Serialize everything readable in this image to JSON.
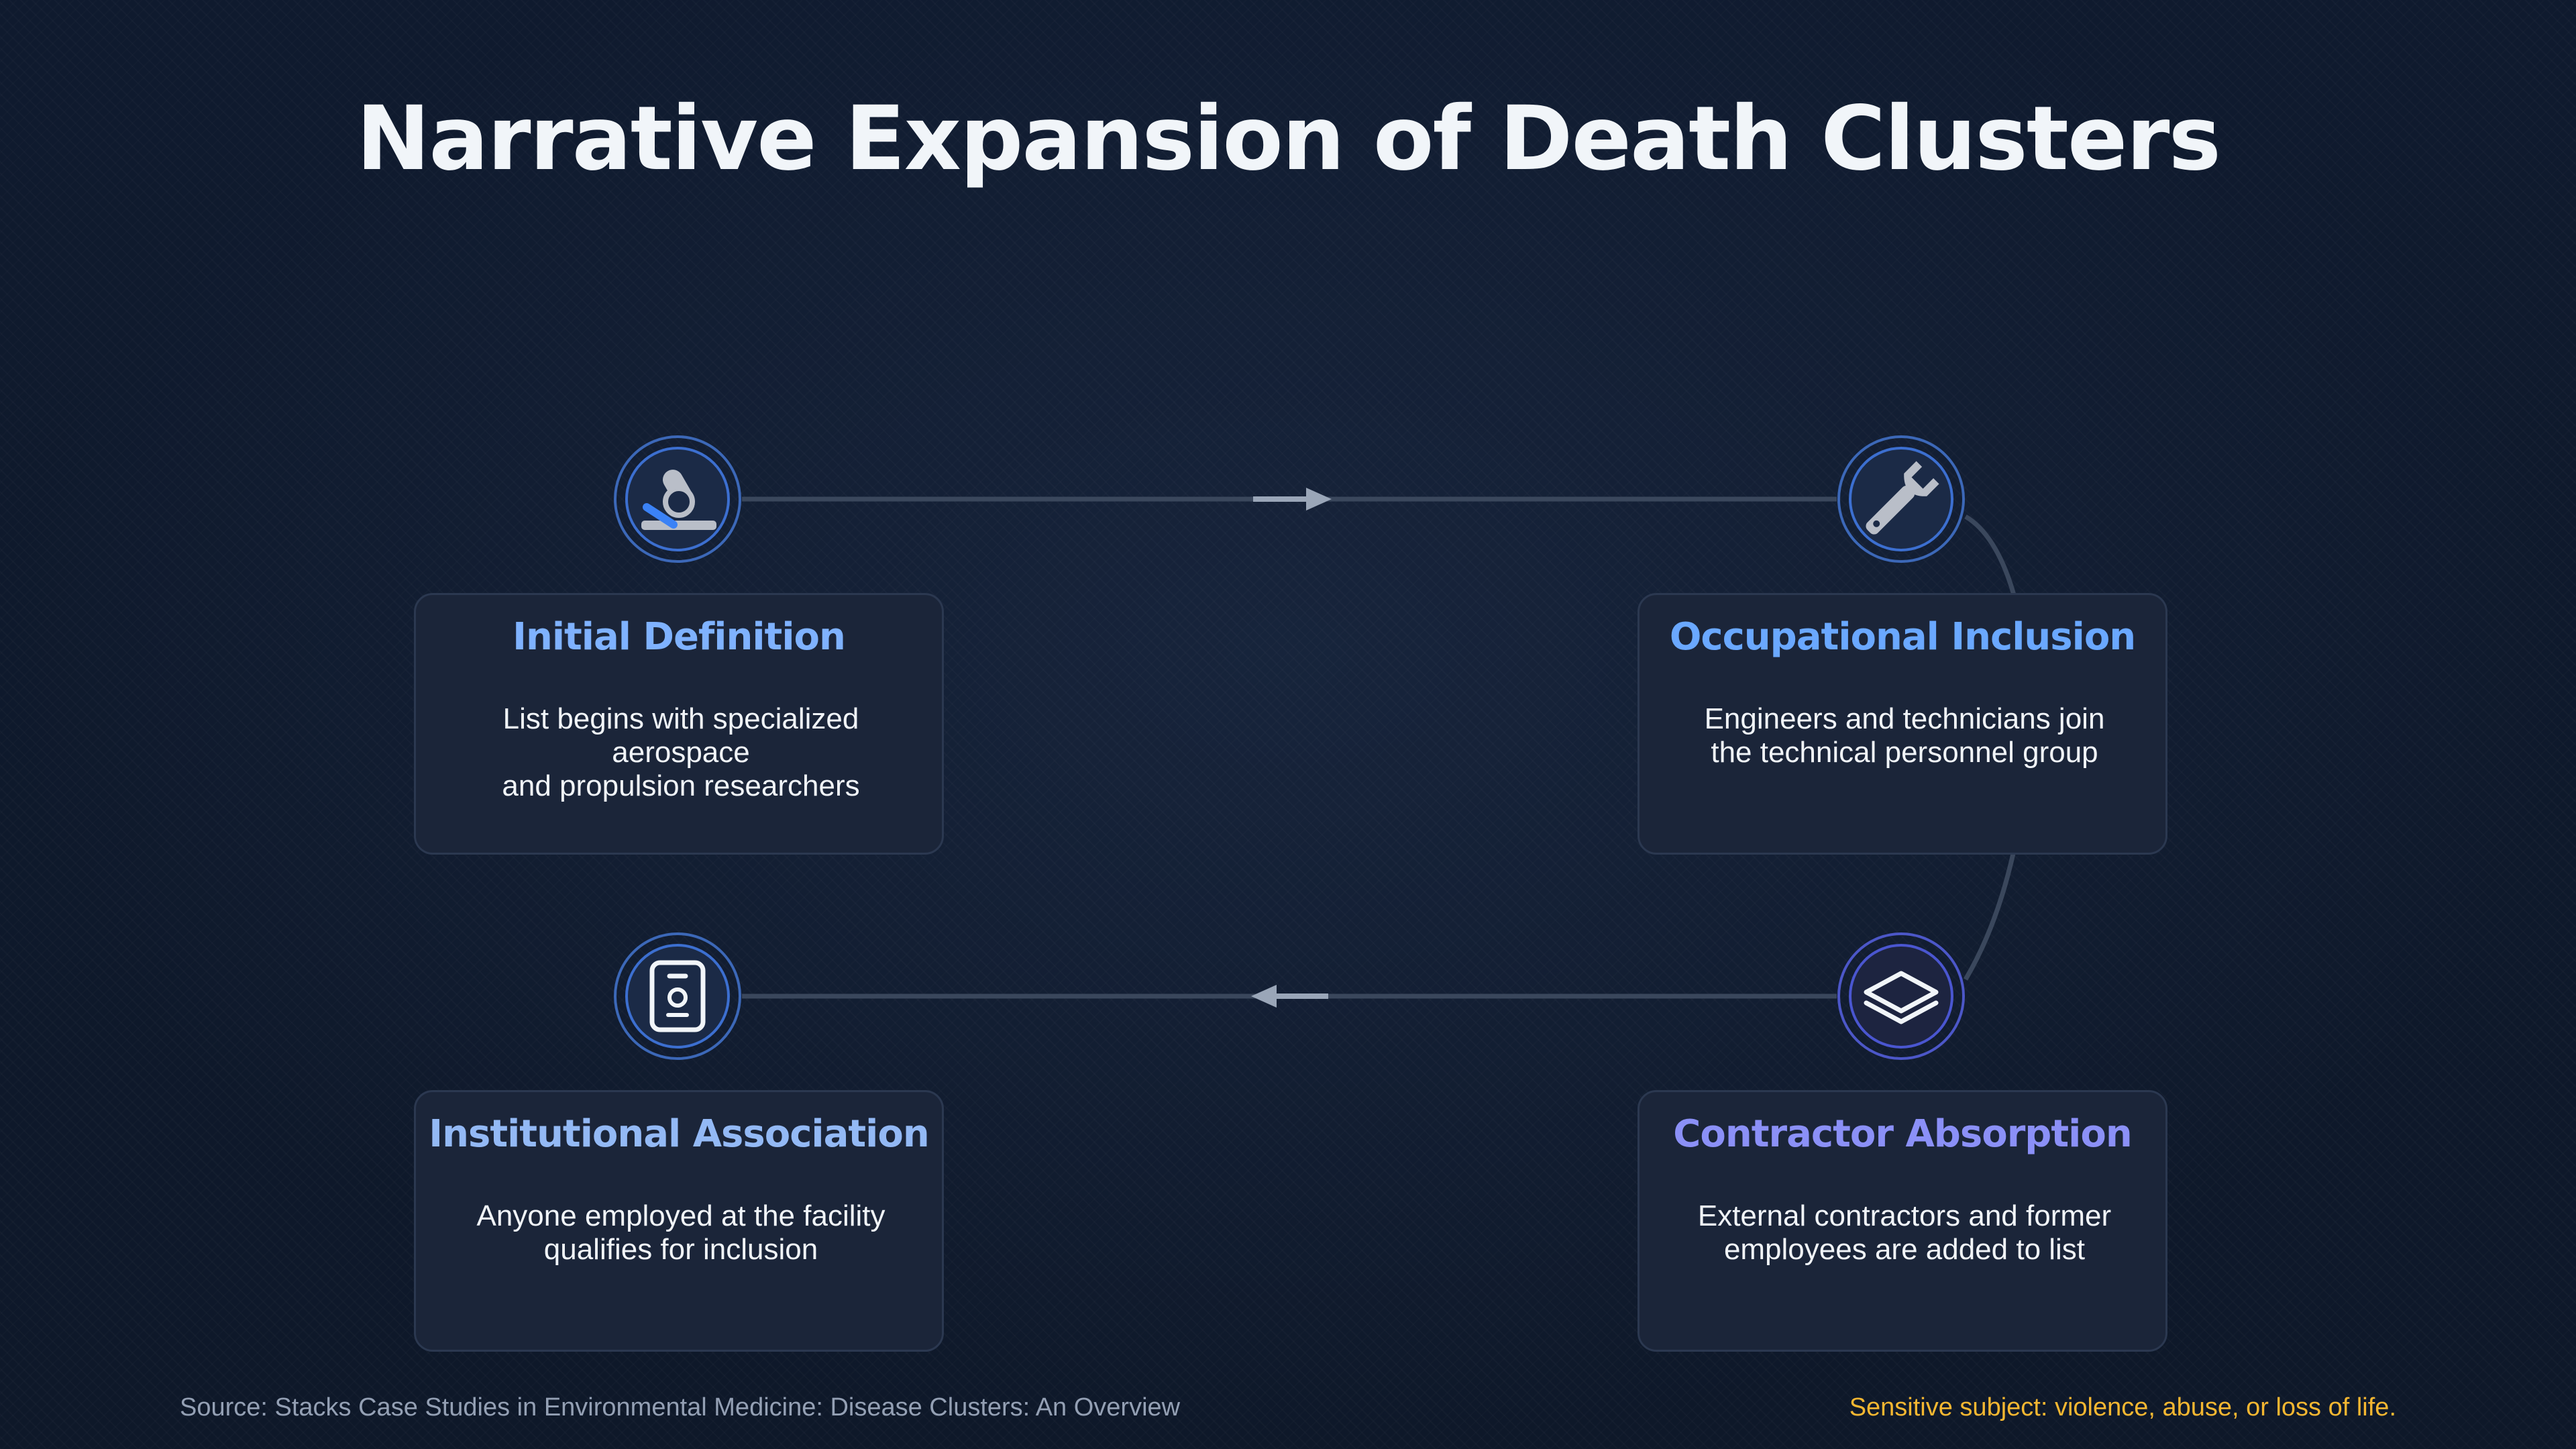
{
  "title": "Narrative Expansion of Death Clusters",
  "colors": {
    "blue_accent": "#7fb2ff",
    "indigo_accent": "#8b90f7",
    "warning": "#f5b731"
  },
  "steps": [
    {
      "title": "Initial Definition",
      "description_lines": [
        "List begins with specialized aerospace",
        "and propulsion researchers"
      ],
      "icon": "microscope-icon",
      "color": "#7fb2ff"
    },
    {
      "title": "Occupational Inclusion",
      "description_lines": [
        "Engineers and technicians join",
        "the technical personnel group"
      ],
      "icon": "wrench-icon",
      "color": "#6aa8ff"
    },
    {
      "title": "Contractor Absorption",
      "description_lines": [
        "External contractors and former",
        "employees are added to list"
      ],
      "icon": "layers-icon",
      "color": "#8b90f7"
    },
    {
      "title": "Institutional Association",
      "description_lines": [
        "Anyone employed at the facility",
        "qualifies for inclusion"
      ],
      "icon": "id-badge-icon",
      "color": "#93b9f5"
    }
  ],
  "footer": {
    "source": "Source: Stacks Case Studies in Environmental Medicine: Disease Clusters: An Overview",
    "warning": "Sensitive subject: violence, abuse, or loss of life."
  }
}
